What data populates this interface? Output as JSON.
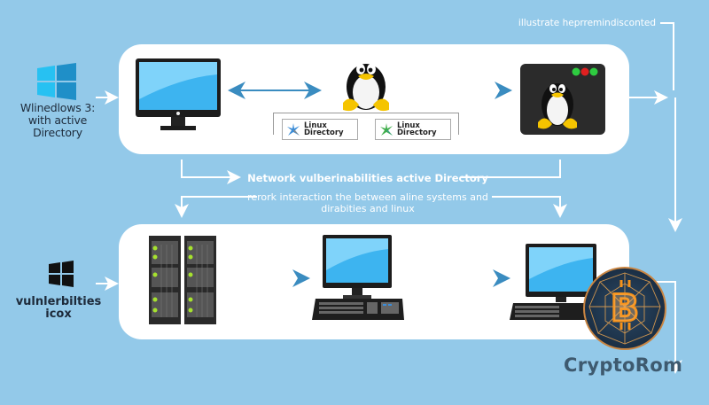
{
  "diagram": {
    "top_note": "illustrate heprremindisconted",
    "left_labels": {
      "windows_ad": "Wlinedlows 3: with active Directory",
      "vulnerabilities": "vulnlerbilties icox"
    },
    "top_row": {
      "nodes": [
        "desktop-monitor",
        "linux-tux",
        "linux-terminal-window"
      ],
      "badges": [
        {
          "label_line1": "Linux",
          "label_line2": "Directory"
        },
        {
          "label_line1": "Linux",
          "label_line2": "Directory"
        }
      ]
    },
    "middle_text": {
      "line1": "Network vulberinabilities active Directory",
      "line2": "rerork interaction the between aline systems and dirabities and linux"
    },
    "bottom_row": {
      "nodes": [
        "server-rack",
        "desktop-workstation",
        "desktop-workstation"
      ]
    },
    "brand": {
      "name": "CryptoRom",
      "emblem": "bitcoin-icon"
    },
    "colors": {
      "background": "#93c9e9",
      "panel": "#ffffff",
      "arrow_blue": "#3a8cc0",
      "screen_blue": "#3db4f0",
      "bitcoin_orange": "#f7931a",
      "terminal_dots": [
        "#2ecc40",
        "#e02020",
        "#2ecc40"
      ]
    }
  }
}
